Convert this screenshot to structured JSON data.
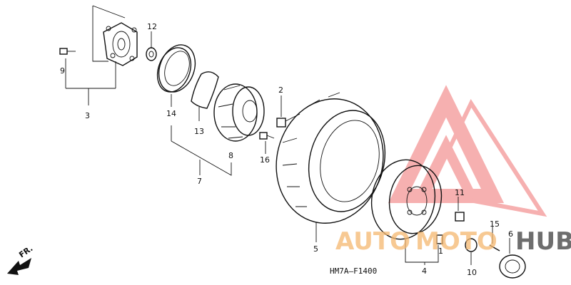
{
  "diagram": {
    "code": "HM7A–F1400",
    "front_label": "FR.",
    "callouts": [
      "1",
      "2",
      "3",
      "4",
      "5",
      "6",
      "7",
      "8",
      "9",
      "10",
      "11",
      "12",
      "13",
      "14",
      "15",
      "16"
    ]
  },
  "watermark": {
    "text_auto": "AUTO",
    "text_moto": "MOTO",
    "text_hub": "HUB",
    "color_primary": "#f08080",
    "color_secondary": "#f5c78a",
    "color_dark": "#555555",
    "logo": "triangle-logo"
  }
}
